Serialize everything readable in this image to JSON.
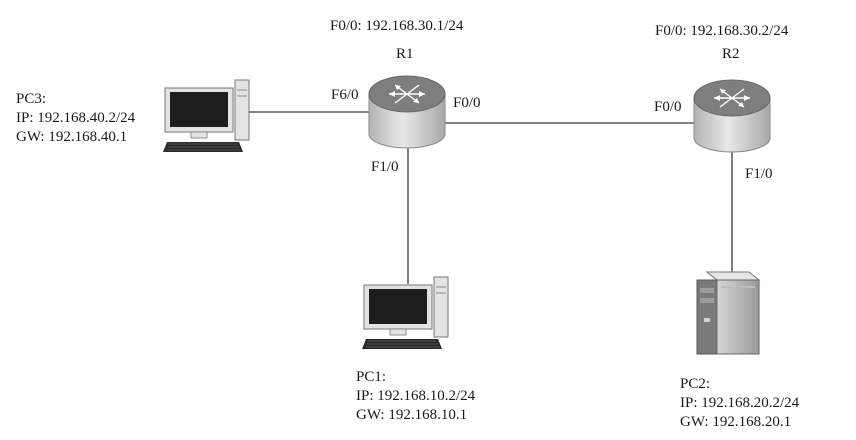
{
  "routers": {
    "r1": {
      "name": "R1",
      "header": "F0/0: 192.168.30.1/24",
      "ports": {
        "left": "F6/0",
        "right": "F0/0",
        "bottom": "F1/0"
      }
    },
    "r2": {
      "name": "R2",
      "header": "F0/0: 192.168.30.2/24",
      "ports": {
        "left": "F0/0",
        "bottom": "F1/0"
      }
    }
  },
  "hosts": {
    "pc1": {
      "name": "PC1:",
      "ip": "IP: 192.168.10.2/24",
      "gw": "GW: 192.168.10.1"
    },
    "pc2": {
      "name": "PC2:",
      "ip": "IP: 192.168.20.2/24",
      "gw": "GW: 192.168.20.1"
    },
    "pc3": {
      "name": "PC3:",
      "ip": "IP: 192.168.40.2/24",
      "gw": "GW: 192.168.40.1"
    }
  },
  "colors": {
    "link": "#3a3a3a",
    "router_body": "#d4d4d4",
    "router_top": "#7e7e7e",
    "device_body": "#e3e3e3",
    "screen": "#1e1e1e",
    "server": "#c9c9c9"
  },
  "icons": {
    "router": "router-icon",
    "pc": "desktop-computer-icon",
    "server": "server-icon"
  }
}
